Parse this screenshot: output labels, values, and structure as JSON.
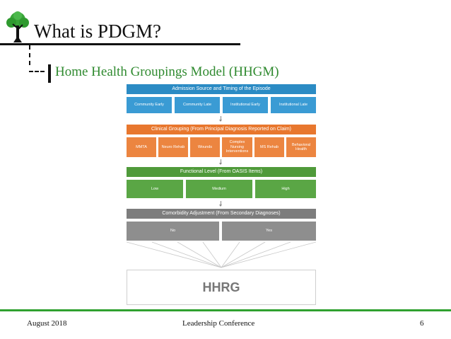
{
  "slide": {
    "title": "What is PDGM?",
    "subtitle": "Home Health Groupings Model (HHGM)"
  },
  "diagram": {
    "rows": [
      {
        "header": "Admission Source and Timing of the Episode",
        "cells": [
          "Community Early",
          "Community Late",
          "Institutional Early",
          "Institutional Late"
        ]
      },
      {
        "header": "Clinical Grouping (From Principal Diagnosis Reported on Claim)",
        "cells": [
          "MMTA",
          "Neuro Rehab",
          "Wounds",
          "Complex Nursing Interventions",
          "MS Rehab",
          "Behavioral Health"
        ]
      },
      {
        "header": "Functional Level (From OASIS Items)",
        "cells": [
          "Low",
          "Medium",
          "High"
        ]
      },
      {
        "header": "Comorbidity Adjustment (From Secondary Diagnoses)",
        "cells": [
          "No",
          "Yes"
        ]
      }
    ],
    "result": "HHRG"
  },
  "footer": {
    "date": "August 2018",
    "event": "Leadership Conference",
    "page": "6"
  },
  "colors": {
    "accent_green": "#2fa12f",
    "admission_blue": "#2b8bc4",
    "clinical_orange": "#e8772e",
    "functional_green": "#4f9a3a",
    "comorbidity_gray": "#7d7d7d"
  }
}
